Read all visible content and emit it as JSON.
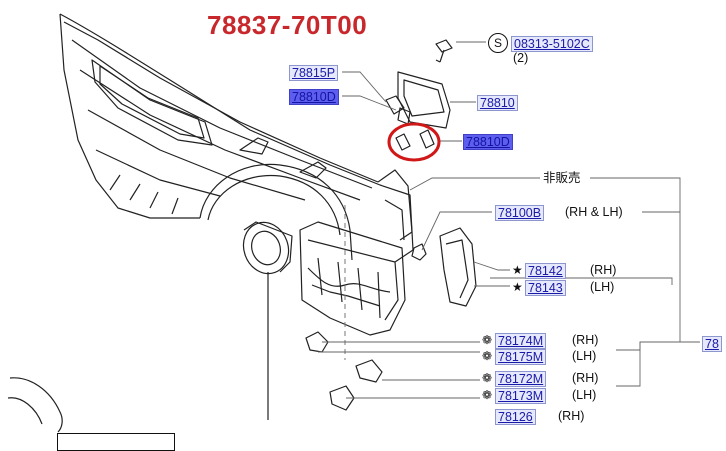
{
  "title": "78837-70T00",
  "screw": {
    "marker": "S",
    "part": "08313-5102C",
    "qty": "(2)"
  },
  "labels": {
    "p78815P": "78815P",
    "p78810D_a": "78810D",
    "p78810": "78810",
    "p78810D_b": "78810D",
    "not_for_sale": "非販売",
    "p78100B": "78100B",
    "rh_lh": "(RH  &  LH)",
    "p78142": "78142",
    "p78143": "78143",
    "p78174M": "78174M",
    "p78175M": "78175M",
    "p78172M": "78172M",
    "p78173M": "78173M",
    "p78126": "78126",
    "side_ref": "78",
    "rh": "(RH)",
    "lh": "(LH)"
  },
  "marks": {
    "star": "★",
    "cross": "❁"
  },
  "colors": {
    "title": "#c8282c",
    "link": "#1a1aa8",
    "highlight": "#5d5df0",
    "callout": "#d01818"
  }
}
